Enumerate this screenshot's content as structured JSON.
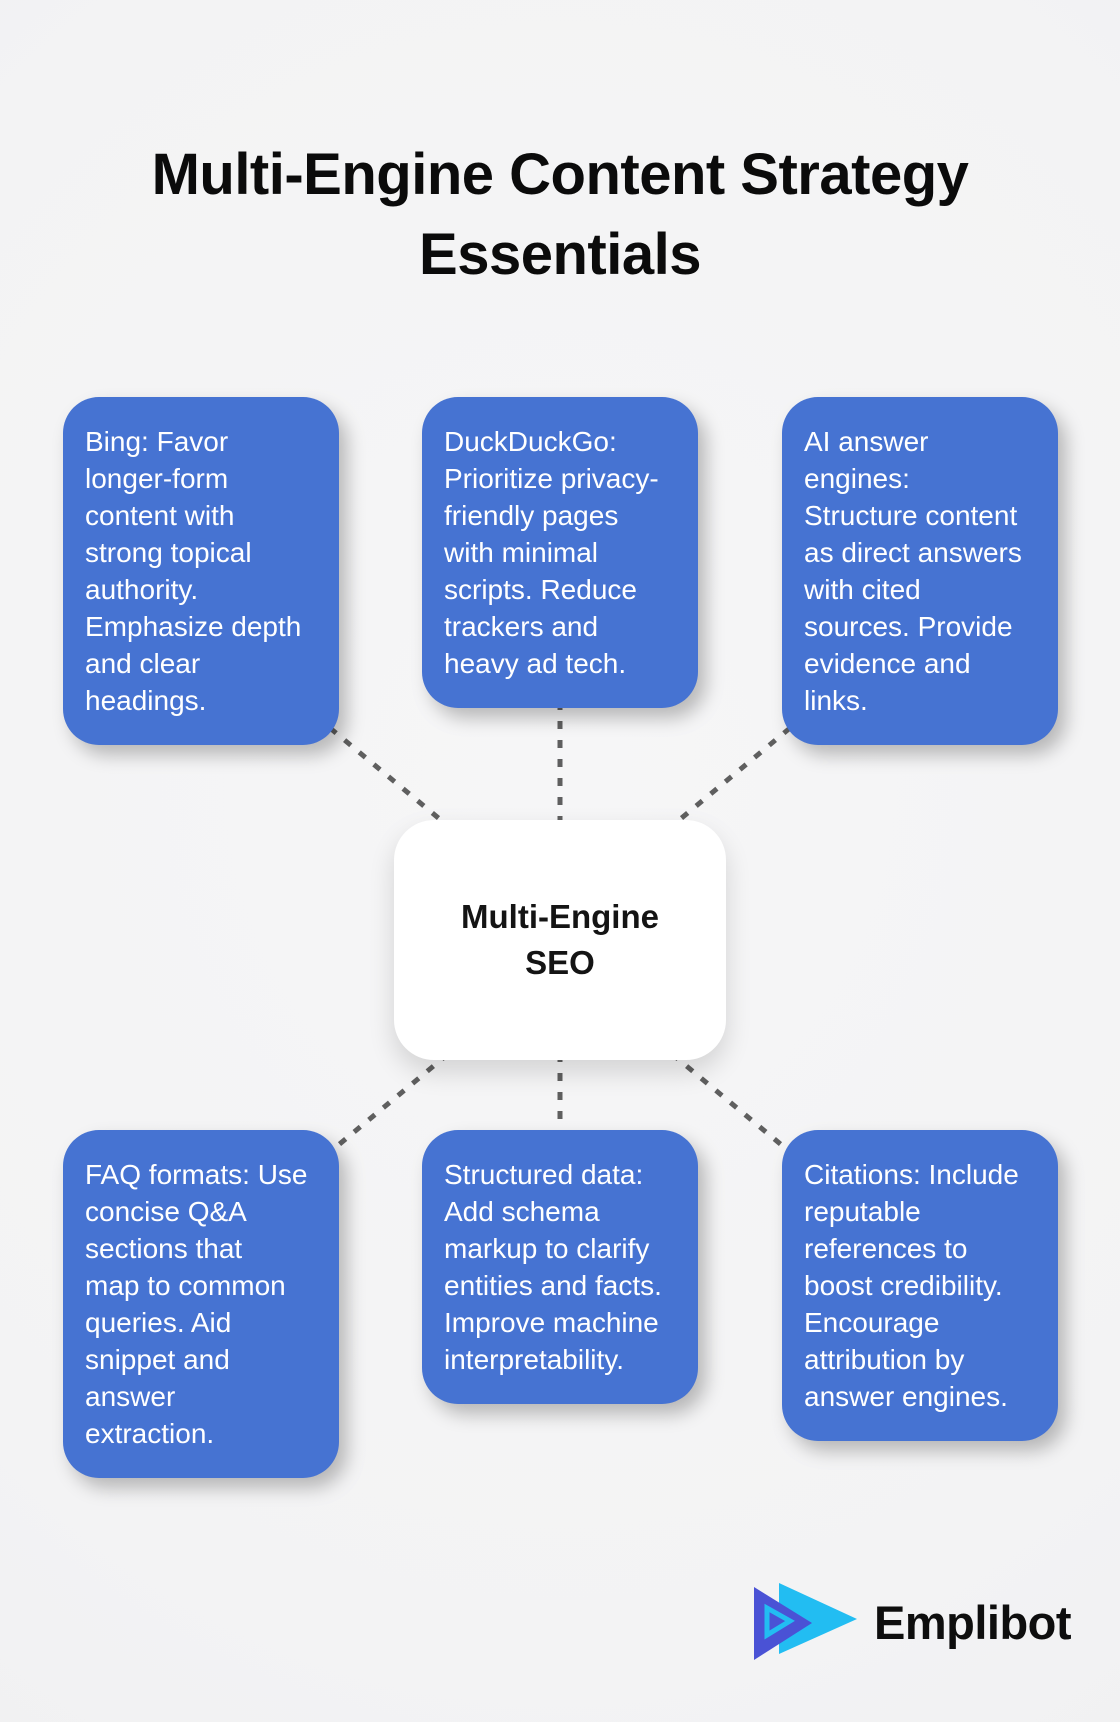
{
  "title": {
    "lines": [
      "Multi-Engine Content Strategy",
      "Essentials"
    ]
  },
  "center_node": {
    "lines": [
      "Multi-Engine",
      "SEO"
    ]
  },
  "nodes": [
    {
      "id": "bing",
      "lines": [
        "Bing: Favor",
        "longer-form",
        "content with",
        "strong topical",
        "authority.",
        "Emphasize depth",
        "and clear",
        "headings."
      ]
    },
    {
      "id": "duckduckgo",
      "lines": [
        "DuckDuckGo:",
        "Prioritize privacy-",
        "friendly pages",
        "with minimal",
        "scripts. Reduce",
        "trackers and",
        "heavy ad tech."
      ]
    },
    {
      "id": "ai-answer-engines",
      "lines": [
        "AI answer",
        "engines:",
        "Structure content",
        "as direct answers",
        "with cited",
        "sources. Provide",
        "evidence and",
        "links."
      ]
    },
    {
      "id": "faq-formats",
      "lines": [
        "FAQ formats: Use",
        "concise Q&A",
        "sections that",
        "map to common",
        "queries. Aid",
        "snippet and",
        "answer",
        "extraction."
      ]
    },
    {
      "id": "structured-data",
      "lines": [
        "Structured data:",
        "Add schema",
        "markup to clarify",
        "entities and facts.",
        "Improve machine",
        "interpretability."
      ]
    },
    {
      "id": "citations",
      "lines": [
        "Citations: Include",
        "reputable",
        "references to",
        "boost credibility.",
        "Encourage",
        "attribution by",
        "answer engines."
      ]
    }
  ],
  "logo": {
    "text": "Emplibot",
    "icon": "fast-forward-play-triangles"
  },
  "colors": {
    "bg_center": "#f6f6f7",
    "bg_mid": "#f3f3f4",
    "bg_edge": "#ededef",
    "node_blue": "#4673d2",
    "node_text": "#ffffff",
    "center_bg": "#ffffff",
    "center_text": "#141414",
    "title_text": "#0b0b0b",
    "connector_gray": "#5f5f5f",
    "logo_indigo": "#4a52d5",
    "logo_cyan": "#22bdf2",
    "logo_text": "#0e0e0e"
  }
}
